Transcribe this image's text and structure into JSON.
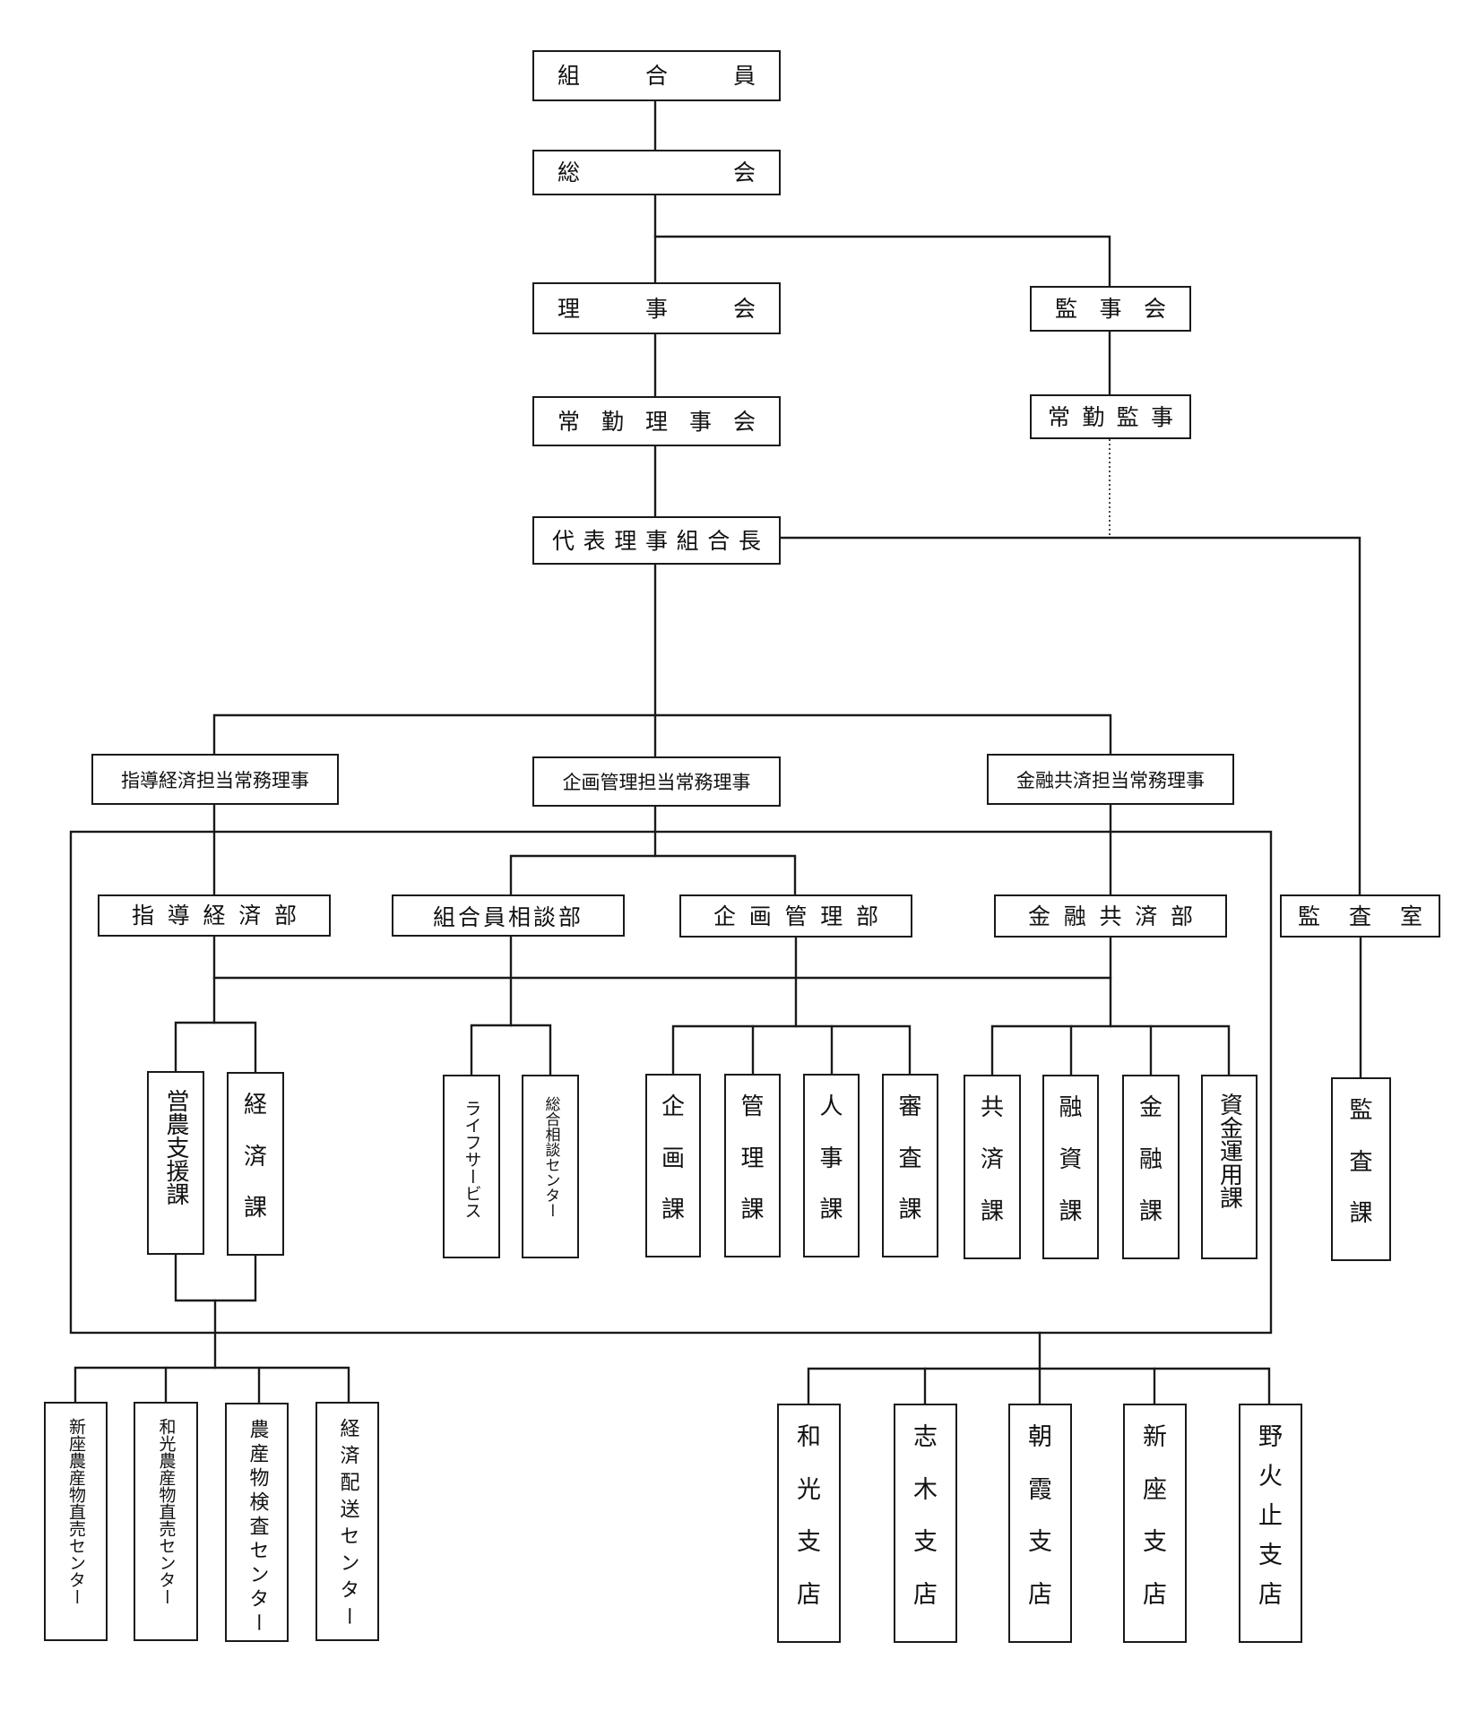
{
  "chart": {
    "top": {
      "members": "組合員",
      "general_meeting": "総会",
      "board": "理事会",
      "standing_board": "常勤理事会",
      "auditors": "監事会",
      "standing_auditor": "常勤監事",
      "president": "代表理事組合長"
    },
    "executives": {
      "guidance": "指導経済担当常務理事",
      "planning": "企画管理担当常務理事",
      "finance": "金融共済担当常務理事"
    },
    "departments": {
      "guidance": "指導経済部",
      "consulting": "組合員相談部",
      "planning": "企画管理部",
      "finance": "金融共済部",
      "audit_office": "監査室"
    },
    "sections": {
      "farm_support": "営農支援課",
      "economy": "経済課",
      "life_service": "ライフサービス",
      "consult_center": "総合相談センター",
      "planning": "企画課",
      "management": "管理課",
      "personnel": "人事課",
      "review": "審査課",
      "mutual_aid": "共済課",
      "loans": "融資課",
      "finance": "金融課",
      "fund_management": "資金運用課",
      "audit": "監査課"
    },
    "centers": [
      "新座農産物直売センター",
      "和光農産物直売センター",
      "農産物検査センター",
      "経済配送センター"
    ],
    "branches": [
      "和光支店",
      "志木支店",
      "朝霞支店",
      "新座支店",
      "野火止支店"
    ]
  },
  "colors": {
    "line": "#1a1a1a",
    "background": "#ffffff"
  }
}
